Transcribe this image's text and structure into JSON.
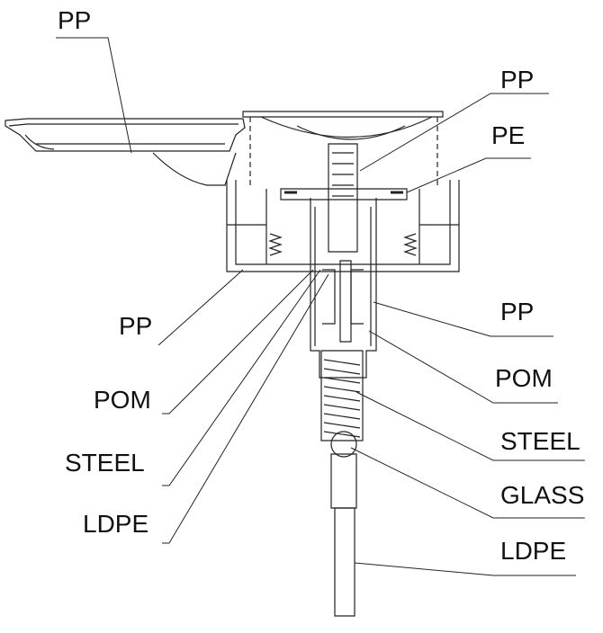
{
  "diagram": {
    "labels": [
      {
        "id": "pp-top-left",
        "text": "PP"
      },
      {
        "id": "pp-right-1",
        "text": "PP"
      },
      {
        "id": "pe-right",
        "text": "PE"
      },
      {
        "id": "pp-left",
        "text": "PP"
      },
      {
        "id": "pp-right-2",
        "text": "PP"
      },
      {
        "id": "pom-left",
        "text": "POM"
      },
      {
        "id": "pom-right",
        "text": "POM"
      },
      {
        "id": "steel-left",
        "text": "STEEL"
      },
      {
        "id": "steel-right",
        "text": "STEEL"
      },
      {
        "id": "glass-right",
        "text": "GLASS"
      },
      {
        "id": "ldpe-left",
        "text": "LDPE"
      },
      {
        "id": "ldpe-right",
        "text": "LDPE"
      }
    ],
    "stroke_color": "#222222",
    "label_color": "#111111"
  }
}
